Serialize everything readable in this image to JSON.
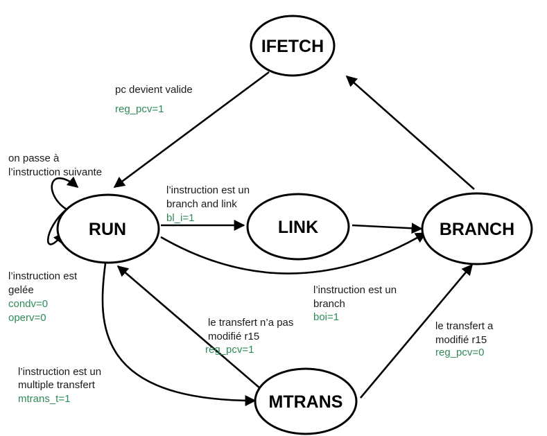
{
  "colors": {
    "signal": "#2e8b57",
    "text": "#1a1a1a",
    "stroke": "#000000"
  },
  "states": {
    "ifetch": "IFETCH",
    "run": "RUN",
    "link": "LINK",
    "branch": "BRANCH",
    "mtrans": "MTRANS"
  },
  "transitions": {
    "ifetch_run": {
      "condition": "pc devient valide",
      "signal": "reg_pcv=1"
    },
    "run_loop_top": {
      "condition_1": "on passe à",
      "condition_2": "l’instruction suivante"
    },
    "run_loop_bottom": {
      "condition_1": "l’instruction est",
      "condition_2": "gelée",
      "signal_1": "condv=0",
      "signal_2": "operv=0"
    },
    "run_link": {
      "condition_1": "l’instruction est un",
      "condition_2": "branch and link",
      "signal": "bl_i=1"
    },
    "run_branch": {
      "condition_1": "l’instruction est un",
      "condition_2": "branch",
      "signal": "boi=1"
    },
    "mtrans_run": {
      "condition_1": "le transfert n’a pas",
      "condition_2": "modifié r15",
      "signal": "reg_pcv=1"
    },
    "mtrans_branch": {
      "condition_1": "le transfert a",
      "condition_2": "modifié r15",
      "signal": "reg_pcv=0"
    },
    "run_mtrans": {
      "condition_1": "l’instruction est un",
      "condition_2": "multiple transfert",
      "signal": "mtrans_t=1"
    }
  }
}
